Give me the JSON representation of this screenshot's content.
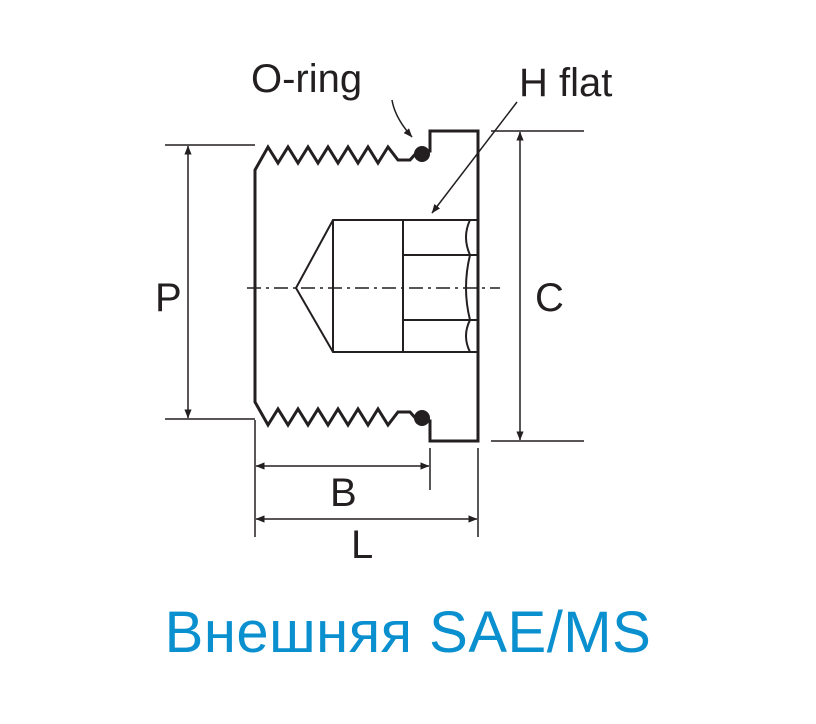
{
  "labels": {
    "o_ring": "O-ring",
    "h_flat": "H flat",
    "p": "P",
    "c": "C",
    "b": "B",
    "l": "L"
  },
  "caption": "Внешняя SAE/MS",
  "colors": {
    "line": "#231f20",
    "caption": "#0a8fcf",
    "background": "#ffffff"
  }
}
